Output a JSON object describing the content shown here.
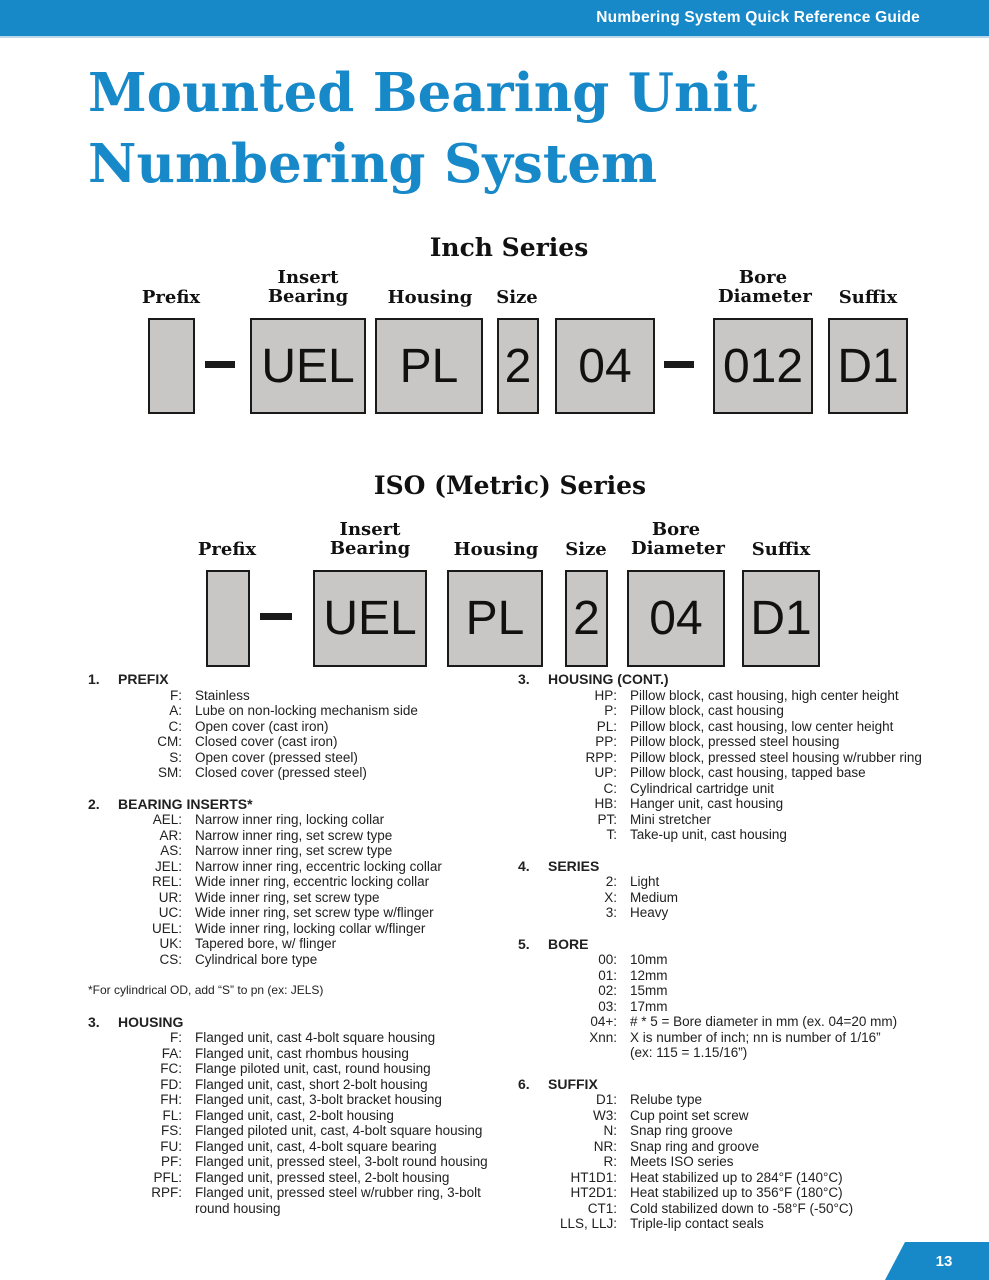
{
  "header_bar": {
    "title": "Numbering System Quick Reference Guide"
  },
  "title": {
    "line1": "Mounted Bearing Unit",
    "line2": "Numbering System"
  },
  "colors": {
    "accent_blue": "#1789c9",
    "box_fill": "#c9c7c5",
    "box_border": "#1a1a1a",
    "text": "#212121"
  },
  "inch_series": {
    "heading": "Inch Series",
    "labels": {
      "prefix": "Prefix",
      "insert_bearing": "Insert Bearing",
      "housing": "Housing",
      "size": "Size",
      "bore_diameter": "Bore Diameter",
      "suffix": "Suffix"
    },
    "values": {
      "prefix": "",
      "insert_bearing": "UEL",
      "housing": "PL",
      "size": "2",
      "size_number": "04",
      "bore_diameter": "012",
      "suffix": "D1"
    }
  },
  "iso_series": {
    "heading": "ISO (Metric) Series",
    "labels": {
      "prefix": "Prefix",
      "insert_bearing": "Insert Bearing",
      "housing": "Housing",
      "size": "Size",
      "bore_diameter": "Bore Diameter",
      "suffix": "Suffix"
    },
    "values": {
      "prefix": "",
      "insert_bearing": "UEL",
      "housing": "PL",
      "size": "2",
      "bore_diameter": "04",
      "suffix": "D1"
    }
  },
  "sections_left": [
    {
      "number": "1.",
      "title": "PREFIX",
      "items": [
        {
          "code": "F:",
          "desc": "Stainless"
        },
        {
          "code": "A:",
          "desc": "Lube on non-locking mechanism side"
        },
        {
          "code": "C:",
          "desc": "Open cover (cast iron)"
        },
        {
          "code": "CM:",
          "desc": "Closed cover (cast iron)"
        },
        {
          "code": "S:",
          "desc": "Open cover (pressed steel)"
        },
        {
          "code": "SM:",
          "desc": "Closed cover (pressed steel)"
        }
      ]
    },
    {
      "number": "2.",
      "title": "BEARING INSERTS*",
      "items": [
        {
          "code": "AEL:",
          "desc": "Narrow inner ring, locking collar"
        },
        {
          "code": "AR:",
          "desc": "Narrow inner ring, set screw type"
        },
        {
          "code": "AS:",
          "desc": "Narrow inner ring, set screw type"
        },
        {
          "code": "JEL:",
          "desc": "Narrow inner ring, eccentric locking collar"
        },
        {
          "code": "REL:",
          "desc": "Wide inner ring, eccentric locking collar"
        },
        {
          "code": "UR:",
          "desc": "Wide inner ring, set screw type"
        },
        {
          "code": "UC:",
          "desc": "Wide inner ring, set screw type w/flinger"
        },
        {
          "code": "UEL:",
          "desc": "Wide inner ring, locking collar w/flinger"
        },
        {
          "code": "UK:",
          "desc": "Tapered bore, w/ flinger"
        },
        {
          "code": "CS:",
          "desc": "Cylindrical bore type"
        }
      ],
      "footnote": "*For cylindrical OD, add “S” to pn (ex: JELS)"
    },
    {
      "number": "3.",
      "title": "HOUSING",
      "items": [
        {
          "code": "F:",
          "desc": "Flanged unit, cast 4-bolt square housing"
        },
        {
          "code": "FA:",
          "desc": "Flanged unit, cast rhombus housing"
        },
        {
          "code": "FC:",
          "desc": "Flange piloted unit, cast, round housing"
        },
        {
          "code": "FD:",
          "desc": "Flanged unit, cast, short 2-bolt housing"
        },
        {
          "code": "FH:",
          "desc": "Flanged unit, cast, 3-bolt bracket housing"
        },
        {
          "code": "FL:",
          "desc": "Flanged unit, cast, 2-bolt housing"
        },
        {
          "code": "FS:",
          "desc": "Flanged piloted unit, cast, 4-bolt square housing"
        },
        {
          "code": "FU:",
          "desc": "Flanged unit, cast, 4-bolt square bearing"
        },
        {
          "code": "PF:",
          "desc": "Flanged unit, pressed steel, 3-bolt round housing"
        },
        {
          "code": "PFL:",
          "desc": "Flanged unit, pressed steel, 2-bolt housing"
        },
        {
          "code": "RPF:",
          "desc": "Flanged unit, pressed steel w/rubber ring, 3-bolt",
          "desc2": "round housing"
        }
      ]
    }
  ],
  "sections_right": [
    {
      "number": "3.",
      "title": "HOUSING (CONT.)",
      "items": [
        {
          "code": "HP:",
          "desc": "Pillow block, cast housing, high center height"
        },
        {
          "code": "P:",
          "desc": "Pillow block, cast housing"
        },
        {
          "code": "PL:",
          "desc": "Pillow block, cast housing, low center height"
        },
        {
          "code": "PP:",
          "desc": "Pillow block, pressed steel housing"
        },
        {
          "code": "RPP:",
          "desc": "Pillow block, pressed steel housing w/rubber ring"
        },
        {
          "code": "UP:",
          "desc": "Pillow block, cast housing, tapped base"
        },
        {
          "code": "C:",
          "desc": "Cylindrical cartridge unit"
        },
        {
          "code": "HB:",
          "desc": "Hanger unit, cast housing"
        },
        {
          "code": "PT:",
          "desc": "Mini stretcher"
        },
        {
          "code": "T:",
          "desc": "Take-up unit, cast housing"
        }
      ]
    },
    {
      "number": "4.",
      "title": "SERIES",
      "items": [
        {
          "code": "2:",
          "desc": "Light"
        },
        {
          "code": "X:",
          "desc": "Medium"
        },
        {
          "code": "3:",
          "desc": "Heavy"
        }
      ]
    },
    {
      "number": "5.",
      "title": "BORE",
      "items": [
        {
          "code": "00:",
          "desc": "10mm"
        },
        {
          "code": "01:",
          "desc": "12mm"
        },
        {
          "code": "02:",
          "desc": "15mm"
        },
        {
          "code": "03:",
          "desc": "17mm"
        },
        {
          "code": "04+:",
          "desc": "# * 5 = Bore diameter in mm (ex. 04=20 mm)"
        },
        {
          "code": "Xnn:",
          "desc": "X is number of inch; nn is number of 1/16”",
          "desc2": "(ex: 115 = 1.15/16”)"
        }
      ]
    },
    {
      "number": "6.",
      "title": "SUFFIX",
      "items": [
        {
          "code": "D1:",
          "desc": "Relube type"
        },
        {
          "code": "W3:",
          "desc": "Cup point set screw"
        },
        {
          "code": "N:",
          "desc": "Snap ring groove"
        },
        {
          "code": "NR:",
          "desc": "Snap ring and groove"
        },
        {
          "code": "R:",
          "desc": "Meets ISO series"
        },
        {
          "code": "HT1D1:",
          "desc": "Heat stabilized up to 284°F (140°C)"
        },
        {
          "code": "HT2D1:",
          "desc": "Heat stabilized up to 356°F (180°C)"
        },
        {
          "code": "CT1:",
          "desc": "Cold stabilized down to -58°F (-50°C)"
        },
        {
          "code": "LLS, LLJ:",
          "desc": "Triple-lip contact seals"
        }
      ]
    }
  ],
  "footer": {
    "page_number": "13"
  }
}
